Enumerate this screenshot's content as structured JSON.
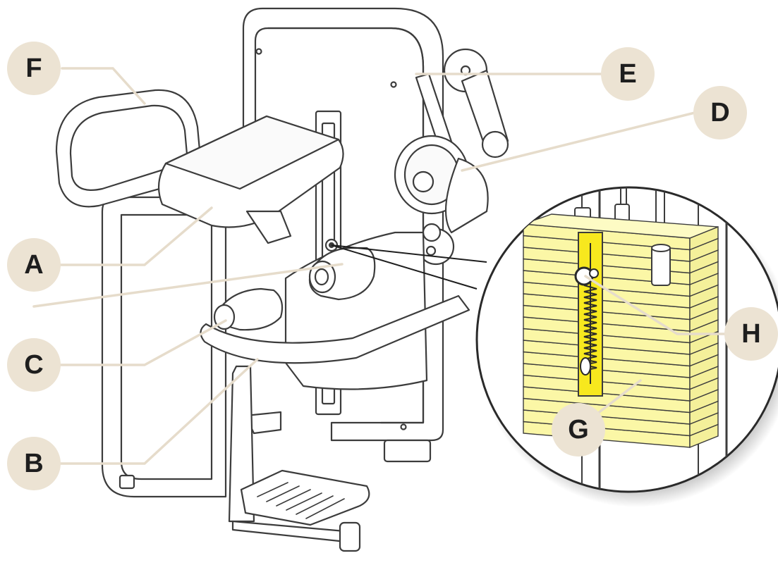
{
  "colors": {
    "callout_fill": "#ece3d3",
    "callout_line": "#e6dccb",
    "label_text": "#1e1e1e",
    "machine_outline": "#3c3c3c",
    "weight_stack": "#fbf7a6",
    "selector_rod": "#f7e81e"
  },
  "callouts": [
    {
      "id": "A",
      "label": "A",
      "part": "seat-pad"
    },
    {
      "id": "B",
      "label": "B",
      "part": "movement-arm"
    },
    {
      "id": "C",
      "label": "C",
      "part": "shin-pad"
    },
    {
      "id": "D",
      "label": "D",
      "part": "cam-pulley"
    },
    {
      "id": "E",
      "label": "E",
      "part": "range-adjuster"
    },
    {
      "id": "F",
      "label": "F",
      "part": "handlebar"
    },
    {
      "id": "G",
      "label": "G",
      "part": "weight-stack"
    },
    {
      "id": "H",
      "label": "H",
      "part": "selector-pin"
    }
  ],
  "inset": {
    "icon": "magnifier-detail",
    "plate_count": 18
  }
}
